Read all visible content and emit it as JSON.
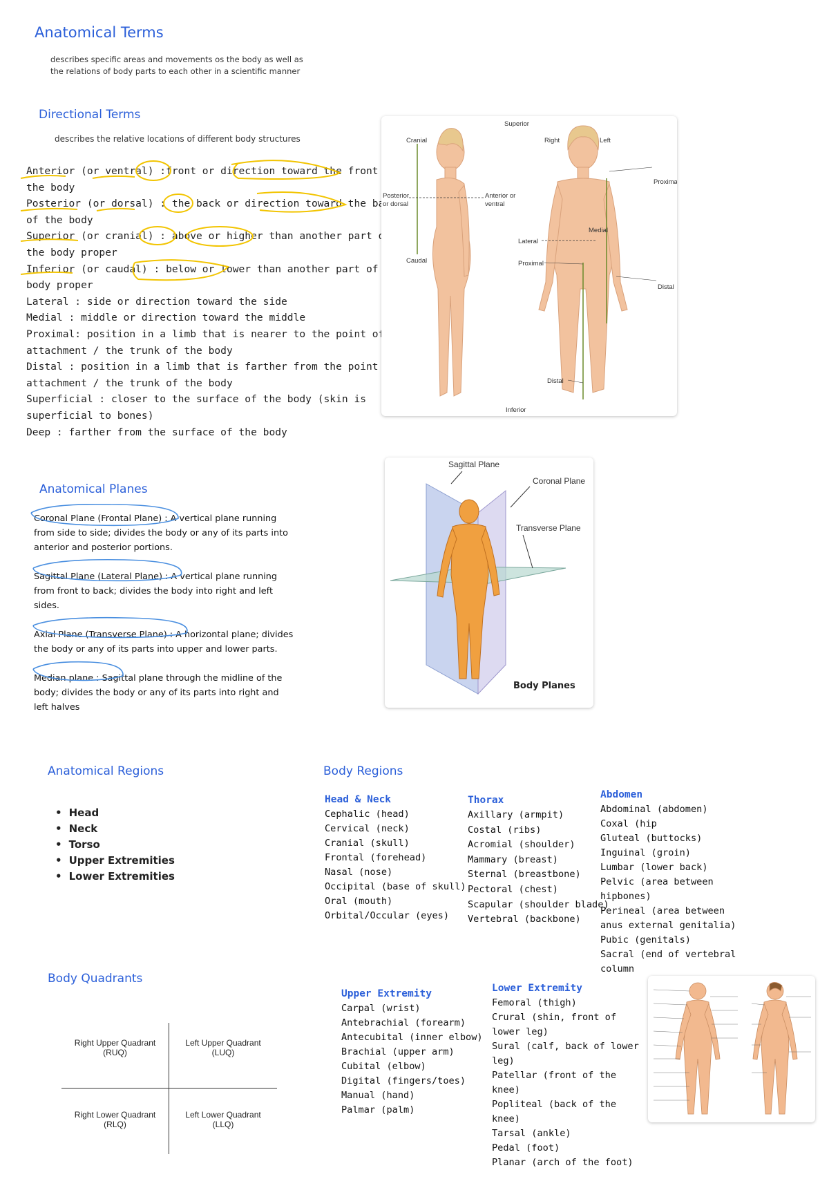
{
  "title": "Anatomical Terms",
  "intro": [
    "describes specific areas and movements os the body as well as",
    "the relations of body parts to each other in a scientific manner"
  ],
  "directional": {
    "heading": "Directional Terms",
    "desc": "describes the relative locations of different body structures",
    "lines": [
      "Anterior (or ventral) :front or direction toward the front of",
      "the body",
      "Posterior (or dorsal) : the back or direction toward the back",
      "of the body",
      "Superior (or cranial) : above or higher than another part of",
      "the body proper",
      "Inferior (or caudal) : below or lower than another part of the",
      "body proper",
      "Lateral : side or direction toward the side",
      "Medial : middle or direction toward the middle",
      "Proximal: position in a limb that is nearer to the point of",
      "attachment / the trunk of the body",
      "Distal : position in a limb that is farther from the point of",
      "attachment / the trunk of the body",
      "Superficial : closer to the surface of the body (skin is",
      "superficial to bones)",
      "Deep :  farther from the surface of the body"
    ]
  },
  "direction_figure": {
    "labels": {
      "superior": "Superior",
      "right": "Right",
      "left": "Left",
      "cranial": "Cranial",
      "proximal_top": "Proximal",
      "posterior": "Posterior",
      "posterior2": "or dorsal",
      "anterior": "Anterior or",
      "anterior2": "ventral",
      "medial": "Medial",
      "lateral": "Lateral",
      "caudal": "Caudal",
      "proximal": "Proximal",
      "distal_side": "Distal",
      "distal_bottom": "Distal",
      "inferior": "Inferior"
    }
  },
  "planes": {
    "heading": "Anatomical Planes",
    "items": [
      [
        "Coronal Plane (Frontal Plane) : A vertical plane running",
        "from side to side; divides the body or any of its parts into",
        "anterior and posterior portions."
      ],
      [
        "Sagittal Plane (Lateral Plane) : A vertical plane running",
        "from front to back; divides the body into right and left",
        "sides."
      ],
      [
        "Axial Plane (Transverse Plane) : A horizontal plane; divides",
        "the body or any of its parts into upper and lower parts."
      ],
      [
        "Median plane : Sagittal plane through the midline of the",
        "body; divides the body or any of its parts into right and",
        "left halves"
      ]
    ]
  },
  "planes_figure": {
    "sagittal": "Sagittal Plane",
    "coronal": "Coronal Plane",
    "transverse": "Transverse Plane",
    "caption": "Body Planes"
  },
  "regions": {
    "heading": "Anatomical Regions",
    "items": [
      "Head",
      "Neck",
      "Torso",
      "Upper Extremities",
      "Lower Extremities"
    ]
  },
  "body_regions": {
    "heading": "Body Regions",
    "head_neck": {
      "title": "Head & Neck",
      "items": [
        "Cephalic (head)",
        "Cervical (neck)",
        "Cranial (skull)",
        "Frontal (forehead)",
        "Nasal (nose)",
        "Occipital (base of skull)",
        "Oral (mouth)",
        "Orbital/Occular (eyes)"
      ]
    },
    "thorax": {
      "title": "Thorax",
      "items": [
        "Axillary (armpit)",
        "Costal (ribs)",
        "Acromial (shoulder)",
        "Mammary (breast)",
        "Sternal (breastbone)",
        "Pectoral (chest)",
        "Scapular (shoulder blade)",
        "Vertebral (backbone)"
      ]
    },
    "abdomen": {
      "title": "Abdomen",
      "items": [
        "Abdominal (abdomen)",
        "Coxal (hip",
        "Gluteal (buttocks)",
        "Inguinal (groin)",
        "Lumbar (lower back)",
        "Pelvic (area between",
        "hipbones)",
        "Perineal (area between",
        "anus external genitalia)",
        "Pubic (genitals)",
        "Sacral (end of vertebral",
        "column"
      ]
    },
    "upper": {
      "title": "Upper Extremity",
      "items": [
        "Carpal (wrist)",
        "Antebrachial (forearm)",
        "Antecubital (inner elbow)",
        "Brachial (upper arm)",
        "Cubital (elbow)",
        "Digital (fingers/toes)",
        "Manual (hand)",
        "Palmar (palm)"
      ]
    },
    "lower": {
      "title": "Lower Extremity",
      "items": [
        "Femoral (thigh)",
        "Crural (shin, front of",
        "lower leg)",
        "Sural (calf, back of lower",
        "leg)",
        "Patellar (front of the",
        "knee)",
        "Popliteal (back of the",
        "knee)",
        "Tarsal (ankle)",
        "Pedal (foot)",
        "Planar (arch of the foot)"
      ]
    }
  },
  "quadrants": {
    "heading": "Body Quadrants",
    "ruq": [
      "Right Upper Quadrant",
      "(RUQ)"
    ],
    "luq": [
      "Left Upper Quadrant",
      "(LUQ)"
    ],
    "rlq": [
      "Right Lower Quadrant",
      "(RLQ)"
    ],
    "llq": [
      "Left Lower Quadrant",
      "(LLQ)"
    ]
  },
  "colors": {
    "heading": "#2b5fd9",
    "highlight": "#f2c400",
    "plane_circle": "#4a8fe0",
    "skin": "#f2c29e"
  }
}
